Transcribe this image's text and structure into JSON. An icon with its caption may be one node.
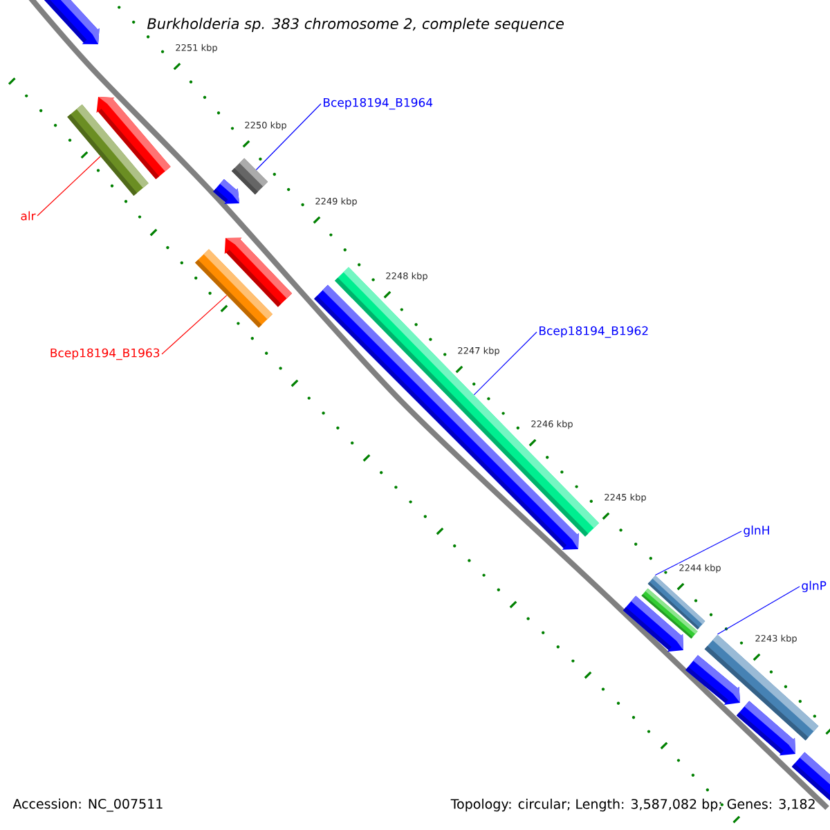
{
  "diagram": {
    "title": "*Burkholderia sp. 383 chromosome 2, complete sequence*",
    "nodes": [
      {
        "text": [],
        "shape": "pentagon"
      },
      {
        "text": [
          "Bcep18194_B1964"
        ]
      },
      {
        "text": [],
        "shape": "pentagon"
      },
      {
        "text": [],
        "shape": "bar"
      },
      {
        "text": [],
        "shape": "bar"
      },
      {
        "text": [],
        "shape": "pentagon"
      },
      {
        "text": [
          "alr"
        ]
      },
      {
        "text": [],
        "shape": "pentagon"
      },
      {
        "text": [],
        "shape": "bar"
      },
      {
        "text": [],
        "shape": "bar"
      },
      {
        "text": [],
        "shape": "pentagon"
      },
      {
        "text": [
          "Bcep18194_B1962"
        ]
      },
      {
        "text": [
          "Bcep18194_B1963"
        ]
      },
      {
        "text": [
          "glnH"
        ]
      },
      {
        "text": [],
        "shape": "bar"
      },
      {
        "text": [
          "glnP"
        ]
      },
      {
        "text": [],
        "shape": "bar"
      },
      {
        "text": [],
        "shape": "pentagon"
      },
      {
        "text": [],
        "shape": "bar"
      },
      {
        "text": [],
        "shape": "pentagon"
      },
      {
        "text": [],
        "shape": "pentagon"
      },
      {
        "text": [],
        "shape": "pentagon"
      }
    ],
    "edges": [
      {
        "from": 1,
        "to": 4,
        "arrow": "none"
      },
      {
        "from": 6,
        "to": 3,
        "arrow": "none",
        "color": "#ff0000"
      },
      {
        "from": 12,
        "to": 8,
        "arrow": "none",
        "color": "#ff0000"
      },
      {
        "from": 11,
        "to": 9,
        "arrow": "none"
      },
      {
        "from": 13,
        "to": 14,
        "arrow": "none"
      },
      {
        "from": 15,
        "to": 18,
        "arrow": "none"
      }
    ],
    "labels": [
      "2251 kbp",
      "2250 kbp",
      "2249 kbp",
      "2248 kbp",
      "2247 kbp",
      "2246 kbp",
      "2245 kbp",
      "2244 kbp",
      "2243 kbp",
      "Accession: NC_007511",
      "Topology: circular; Length: 3,587,082 bp; Genes: 3,182"
    ]
  }
}
